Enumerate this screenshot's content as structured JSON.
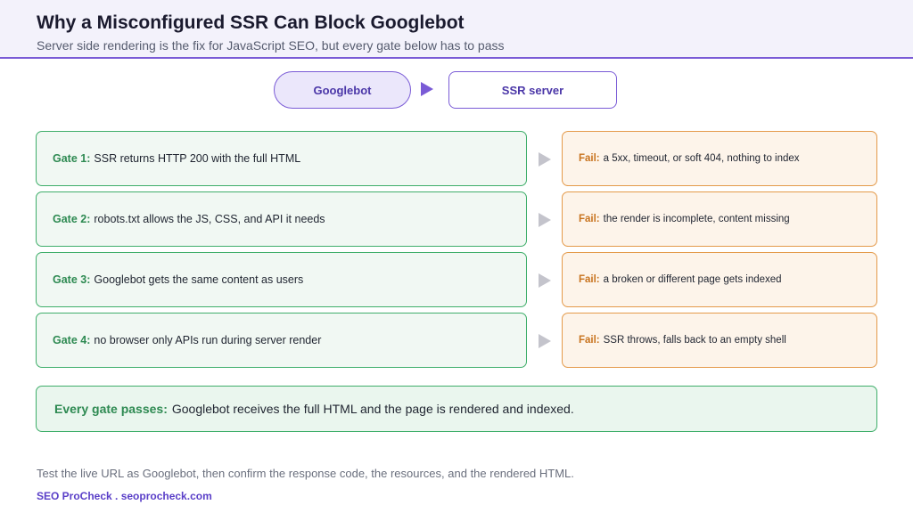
{
  "header": {
    "title": "Why a Misconfigured SSR Can Block Googlebot",
    "subtitle": "Server side rendering is the fix for JavaScript SEO, but every gate below has to pass"
  },
  "flow": {
    "source": "Googlebot",
    "target": "SSR server"
  },
  "gates": [
    {
      "label": "Gate 1:",
      "text": "SSR returns HTTP 200 with the full HTML",
      "fail_label": "Fail:",
      "fail_text": "a 5xx, timeout, or soft 404, nothing to index"
    },
    {
      "label": "Gate 2:",
      "text": "robots.txt allows the JS, CSS, and API it needs",
      "fail_label": "Fail:",
      "fail_text": "the render is incomplete, content missing"
    },
    {
      "label": "Gate 3:",
      "text": "Googlebot gets the same content as users",
      "fail_label": "Fail:",
      "fail_text": "a broken or different page gets indexed"
    },
    {
      "label": "Gate 4:",
      "text": "no browser only APIs run during server render",
      "fail_label": "Fail:",
      "fail_text": "SSR throws, falls back to an empty shell"
    }
  ],
  "outcome": {
    "label": "Every gate passes:",
    "text": "Googlebot receives the full HTML and the page is rendered and indexed."
  },
  "footer": {
    "note": "Test the live URL as Googlebot, then confirm the response code, the resources, and the rendered HTML.",
    "brand": "SEO ProCheck . seoprocheck.com"
  },
  "colors": {
    "accent": "#7a5bd6",
    "pass": "#3fae6a",
    "fail": "#e49a4a"
  }
}
